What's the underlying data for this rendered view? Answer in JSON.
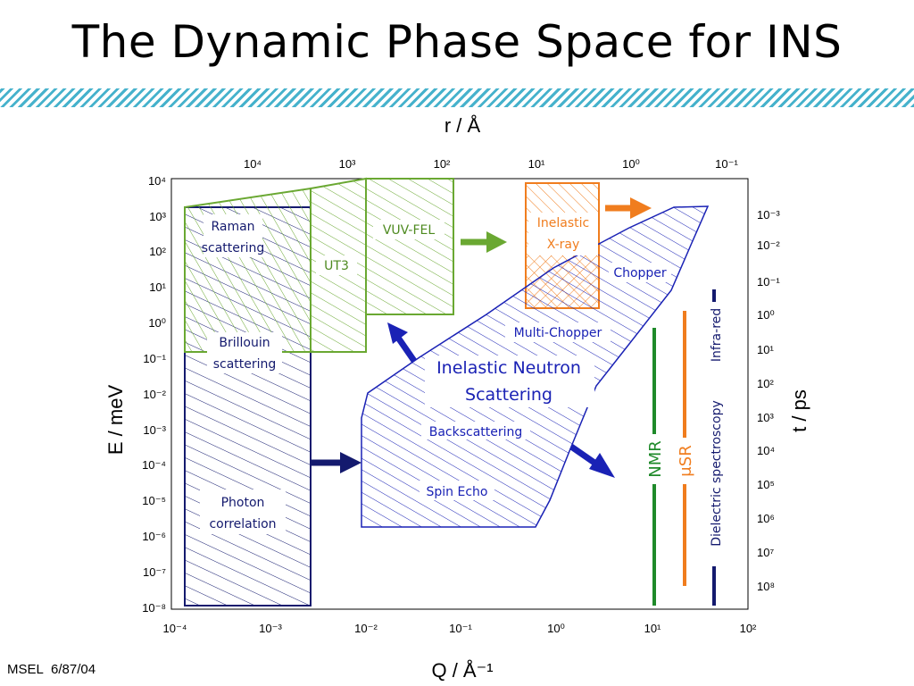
{
  "title": "The Dynamic Phase Space for INS",
  "footer": {
    "left": "MSEL",
    "date": "6/87/04"
  },
  "axes": {
    "top_label": "r / Å",
    "bottom_label": "Q / Å⁻¹",
    "left_label": "E / meV",
    "right_label": "t / ps",
    "top_ticks": [
      "10⁴",
      "10³",
      "10²",
      "10¹",
      "10⁰",
      "10⁻¹"
    ],
    "bottom_ticks": [
      "10⁻⁴",
      "10⁻³",
      "10⁻²",
      "10⁻¹",
      "10⁰",
      "10¹",
      "10²"
    ],
    "left_ticks": [
      "10⁴",
      "10³",
      "10²",
      "10¹",
      "10⁰",
      "10⁻¹",
      "10⁻²",
      "10⁻³",
      "10⁻⁴",
      "10⁻⁵",
      "10⁻⁶",
      "10⁻⁷",
      "10⁻⁸"
    ],
    "right_ticks": [
      "10⁻³",
      "10⁻²",
      "10⁻¹",
      "10⁰",
      "10¹",
      "10²",
      "10³",
      "10⁴",
      "10⁵",
      "10⁶",
      "10⁷",
      "10⁸"
    ]
  },
  "regions": {
    "raman": [
      "Raman",
      "scattering"
    ],
    "brillouin": [
      "Brillouin",
      "scattering"
    ],
    "photon": [
      "Photon",
      "correlation"
    ],
    "ut3": "UT3",
    "vuvfel": "VUV-FEL",
    "inelastic_xray": [
      "Inelastic",
      "X-ray"
    ],
    "chopper": "Chopper",
    "multichopper": "Multi-Chopper",
    "ins": [
      "Inelastic Neutron",
      "Scattering"
    ],
    "backscattering": "Backscattering",
    "spinecho": "Spin Echo"
  },
  "techniques": {
    "nmr": "NMR",
    "musr": "μSR",
    "dielectric": "Dielectric spectroscopy",
    "infrared": "Infra-red"
  },
  "colors": {
    "blue": "#1a22b5",
    "navy": "#141a6e",
    "green": "#6aa832",
    "orange": "#f07d1e",
    "darkgreen": "#1f8a2a",
    "stripe": "#46b2cc"
  }
}
